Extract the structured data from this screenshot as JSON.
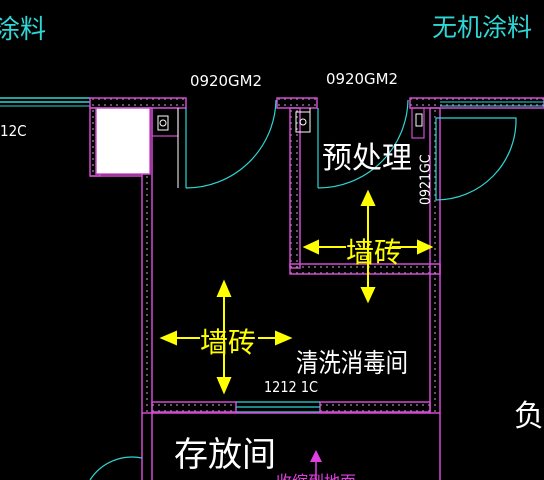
{
  "labels": {
    "top_left_material": "涂料",
    "top_right_material": "无机涂料",
    "door_left": "0920GM2",
    "door_right": "0920GM2",
    "window_left": "12C",
    "window_vertical": "0921GC",
    "room_pretreatment": "预处理",
    "tile_upper": "墙砖",
    "tile_lower": "墙砖",
    "room_cleaning": "清洗消毒间",
    "window_bottom": "1212 1C",
    "room_storage": "存放间",
    "edge_glyph": "负",
    "bottom_partial": "收缩到地面"
  },
  "colors": {
    "background": "#000000",
    "wall_outline": "#d24ad2",
    "wall_fill_dots": "#9a9a9a",
    "door_arc": "#2fd6d6",
    "window_lines": "#2fd6d6",
    "annotation_white": "#ffffff",
    "annotation_cyan": "#2fd6d6",
    "arrow_yellow": "#ffff00",
    "label_yellow": "#ffff00",
    "marker_magenta": "#e040e0",
    "column_fill": "#ffffff"
  }
}
